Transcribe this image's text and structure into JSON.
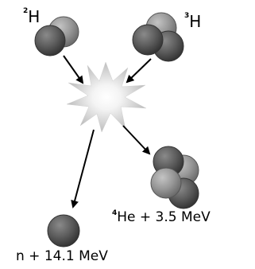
{
  "labels": {
    "deuterium": {
      "mass": "2",
      "symbol": "H"
    },
    "tritium": {
      "mass": "3",
      "symbol": "H"
    },
    "helium": {
      "mass": "4",
      "text": "He + 3.5 MeV"
    },
    "neutron": {
      "text": "n + 14.1 MeV"
    }
  },
  "colors": {
    "neutron": "#5a5a5a",
    "proton": "#8e8e8e",
    "arrow": "#000000",
    "flash": "#d9d9d9"
  },
  "icons": [
    "deuterium-nucleus",
    "tritium-nucleus",
    "helium-nucleus",
    "free-neutron",
    "fusion-flash"
  ]
}
